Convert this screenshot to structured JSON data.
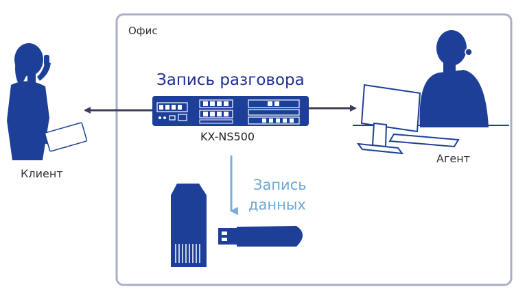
{
  "labels": {
    "office": "Офис",
    "title": "Запись разговора",
    "device": "KX-NS500",
    "client": "Клиент",
    "agent": "Агент",
    "data_line1": "Запись",
    "data_line2": "данных"
  },
  "colors": {
    "figure": "#1d3f97",
    "frame": "#a9aec7",
    "arrow_dark": "#3a3d5e",
    "arrow_light": "#7aafda",
    "title": "#1e2f8f",
    "data_text": "#6fa7d4"
  },
  "icons": [
    "client-person-icon",
    "pbx-device-icon",
    "agent-headset-icon",
    "computer-monitor-icon",
    "keyboard-icon",
    "storage-card-icon",
    "usb-drive-icon"
  ]
}
